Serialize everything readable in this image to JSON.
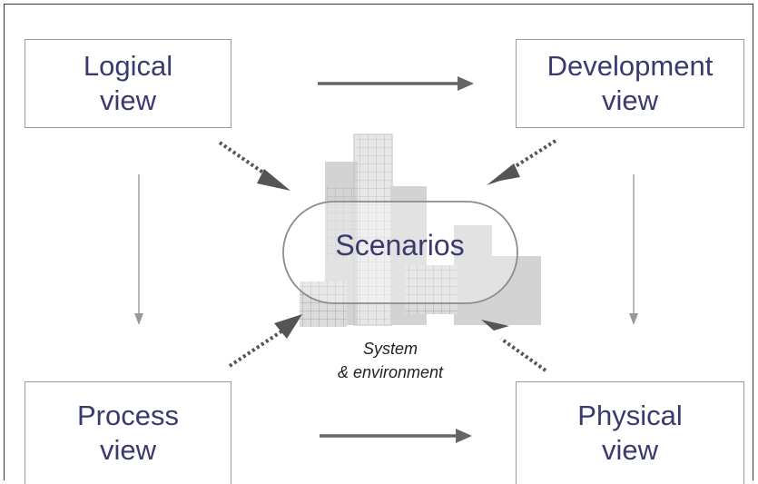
{
  "views": {
    "logical": "Logical\nview",
    "development": "Development\nview",
    "process": "Process\nview",
    "physical": "Physical\nview"
  },
  "center": {
    "scenarios": "Scenarios",
    "environment": "System\n& environment"
  },
  "colors": {
    "box_text": "#3a3a6e",
    "box_border": "#9a9a9a",
    "arrow": "#666666",
    "building": "#d3d3d3"
  }
}
